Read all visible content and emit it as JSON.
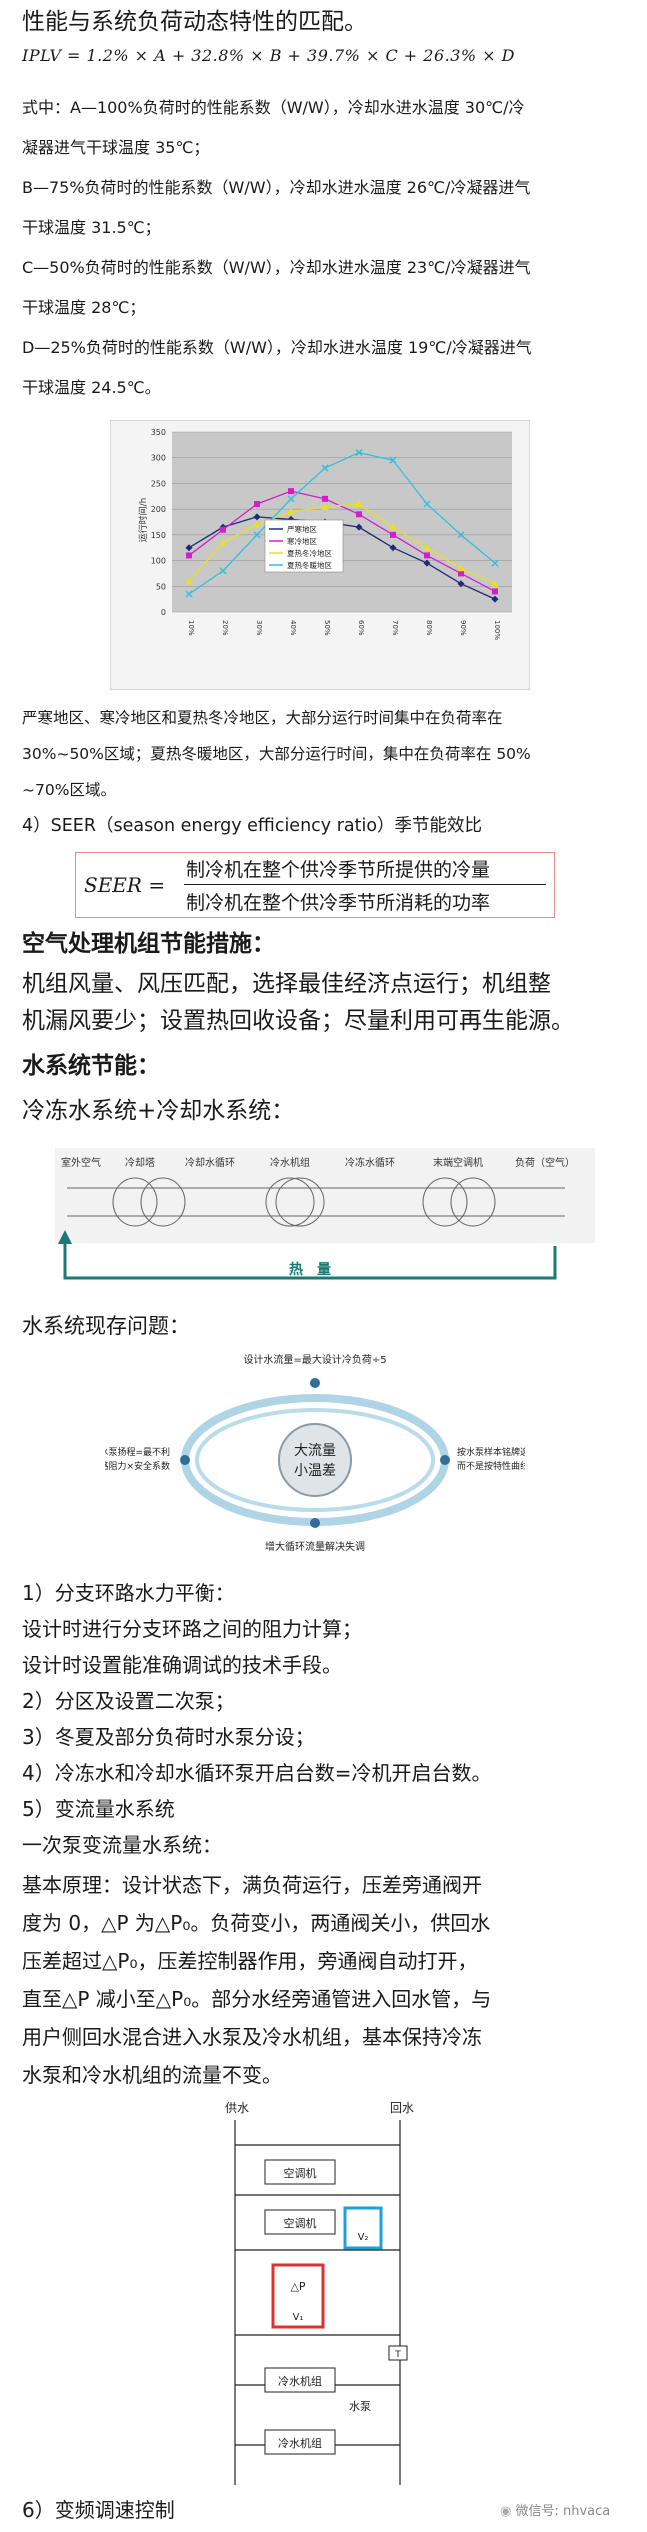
{
  "heading": "性能与系统负荷动态特性的匹配。",
  "iplv_formula": "IPLV = 1.2% × A + 32.8% × B + 39.7% × C + 26.3% × D",
  "defs": [
    "式中：A—100%负荷时的性能系数（W/W），冷却水进水温度 30℃/冷",
    "凝器进气干球温度 35℃；",
    "B—75%负荷时的性能系数（W/W），冷却水进水温度 26℃/冷凝器进气",
    "干球温度 31.5℃；",
    "C—50%负荷时的性能系数（W/W），冷却水进水温度 23℃/冷凝器进气",
    "干球温度 28℃；",
    "D—25%负荷时的性能系数（W/W），冷却水进水温度 19℃/冷凝器进气",
    "干球温度 24.5℃。"
  ],
  "chart_data": {
    "type": "line",
    "ylabel": "运行时间/h",
    "ylim": [
      0,
      350
    ],
    "yticks": [
      "0",
      "50",
      "100",
      "150",
      "200",
      "250",
      "300",
      "350"
    ],
    "categories": [
      "10%",
      "20%",
      "30%",
      "40%",
      "50%",
      "60%",
      "70%",
      "80%",
      "90%",
      "100%"
    ],
    "categories_printed": "truncated",
    "grid": true,
    "legend_position": "inside-center",
    "series": [
      {
        "name": "严寒地区",
        "color": "#1f2a7a",
        "marker": "diamond",
        "values": [
          125,
          165,
          185,
          180,
          175,
          165,
          125,
          95,
          55,
          25
        ]
      },
      {
        "name": "寒冷地区",
        "color": "#d020c8",
        "marker": "square",
        "values": [
          110,
          160,
          210,
          235,
          220,
          190,
          150,
          110,
          75,
          40
        ]
      },
      {
        "name": "夏热冬冷地区",
        "color": "#e8e020",
        "marker": "triangle",
        "values": [
          60,
          135,
          170,
          195,
          205,
          210,
          165,
          125,
          85,
          55
        ]
      },
      {
        "name": "夏热冬暖地区",
        "color": "#30c0e0",
        "marker": "x",
        "values": [
          35,
          80,
          150,
          220,
          280,
          310,
          295,
          210,
          150,
          95
        ]
      }
    ]
  },
  "after_chart": [
    "严寒地区、寒冷地区和夏热冬冷地区，大部分运行时间集中在负荷率在",
    "30%~50%区域；夏热冬暖地区，大部分运行时间，集中在负荷率在 50%",
    "~70%区域。"
  ],
  "seer_title": "4）SEER（season energy efficiency ratio）季节能效比",
  "seer": {
    "lhs": "SEER =",
    "numerator": "制冷机在整个供冷季节所提供的冷量",
    "denominator": "制冷机在整个供冷季节所消耗的功率"
  },
  "air_title": "空气处理机组节能措施：",
  "air_lines": [
    "机组风量、风压匹配，选择最佳经济点运行；机组整",
    "机漏风要少；设置热回收设备；尽量利用可再生能源。"
  ],
  "water_title": "水系统节能：",
  "water_sub": "冷冻水系统+冷却水系统：",
  "loop_labels": [
    "室外空气",
    "冷却塔",
    "冷却水循环",
    "冷水机组",
    "冷冻水循环",
    "末端空调机",
    "负荷（空气）"
  ],
  "loop_heat": "热　量",
  "problem_title": "水系统现存问题：",
  "problem_diagram": {
    "top": "设计水流量=最大设计冷负荷÷5",
    "left": [
      "水泵扬程=最不利",
      "环路阻力×安全系数"
    ],
    "center": [
      "大流量",
      "小温差"
    ],
    "right": [
      "按水泵样本铭牌选泵",
      "而不是按特性曲线选"
    ],
    "bottom": "增大循环流量解决失调"
  },
  "list_lines": [
    "1）分支环路水力平衡：",
    "设计时进行分支环路之间的阻力计算；",
    "设计时设置能准确调试的技术手段。",
    "2）分区及设置二次泵；",
    "3）冬夏及部分负荷时水泵分设；",
    "4）冷冻水和冷却水循环泵开启台数=冷机开启台数。",
    "5）变流量水系统",
    "一次泵变流量水系统："
  ],
  "principle_lines": [
    "基本原理：设计状态下，满负荷运行，压差旁通阀开",
    "度为 0，△P 为△P₀。负荷变小，两通阀关小，供回水",
    "压差超过△P₀，压差控制器作用，旁通阀自动打开，",
    "直至△P 减小至△P₀。部分水经旁通管进入回水管，与",
    "用户侧回水混合进入水泵及冷水机组，基本保持冷冻",
    "水泵和冷水机组的流量不变。"
  ],
  "schematic": {
    "supply": "供水",
    "return": "回水",
    "units": [
      "空调机",
      "空调机"
    ],
    "dp": "△P",
    "v1": "V₁",
    "v2": "V₂",
    "t": "T",
    "chillers": [
      "冷水机组",
      "冷水机组"
    ],
    "pump": "水泵"
  },
  "bottom_line": "6）变频调速控制",
  "watermark": "微信号: nhvaca"
}
